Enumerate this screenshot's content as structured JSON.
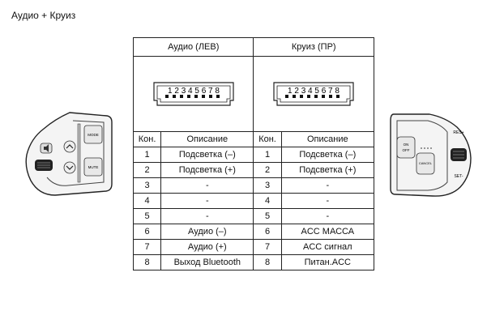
{
  "title": "Аудио + Круиз",
  "sections": [
    {
      "header": "Аудио (ЛЕВ)",
      "pins_label": "1 2 3 4 5 6 7 8"
    },
    {
      "header": "Круиз (ПР)",
      "pins_label": "1 2 3 4 5 6 7 8"
    }
  ],
  "columns": {
    "pin": "Кон.",
    "desc": "Описание"
  },
  "rows": [
    {
      "l_pin": "1",
      "l_desc": "Подсветка (–)",
      "r_pin": "1",
      "r_desc": "Подсветка (–)"
    },
    {
      "l_pin": "2",
      "l_desc": "Подсветка (+)",
      "r_pin": "2",
      "r_desc": "Подсветка (+)"
    },
    {
      "l_pin": "3",
      "l_desc": "-",
      "r_pin": "3",
      "r_desc": "-"
    },
    {
      "l_pin": "4",
      "l_desc": "-",
      "r_pin": "4",
      "r_desc": "-"
    },
    {
      "l_pin": "5",
      "l_desc": "-",
      "r_pin": "5",
      "r_desc": "-"
    },
    {
      "l_pin": "6",
      "l_desc": "Аудио (–)",
      "r_pin": "6",
      "r_desc": "ACC МАССА"
    },
    {
      "l_pin": "7",
      "l_desc": "Аудио (+)",
      "r_pin": "7",
      "r_desc": "ACC сигнал"
    },
    {
      "l_pin": "8",
      "l_desc": "Выход Bluetooth",
      "r_pin": "8",
      "r_desc": "Питан.ACC"
    }
  ],
  "left_switch": {
    "mode_label": "MODE",
    "mute_label": "MUTE",
    "icons": [
      "volume-icon",
      "up-arrow-icon",
      "down-arrow-icon",
      "scroll-wheel-icon"
    ]
  },
  "right_switch": {
    "on_label": "ON",
    "off_label": "OFF",
    "cancel_label": "CANCEL",
    "res_label": "RES+",
    "set_label": "SET-",
    "icons": [
      "scroll-wheel-icon"
    ]
  }
}
